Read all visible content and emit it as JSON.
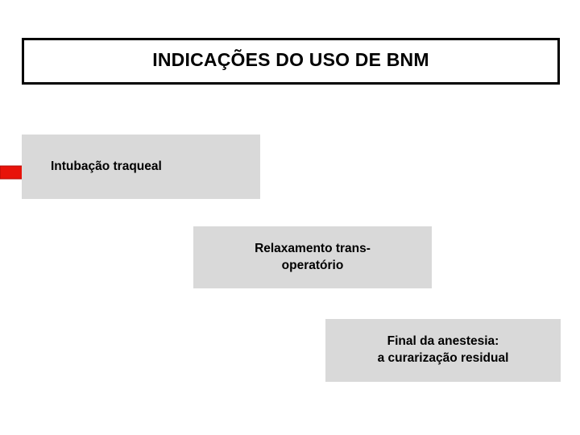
{
  "slide": {
    "title": "INDICAÇÕES DO USO DE BNM",
    "boxes": [
      {
        "id": "intubacao",
        "text": "Intubação traqueal"
      },
      {
        "id": "relaxamento",
        "text": "Relaxamento trans-\noperatório"
      },
      {
        "id": "final",
        "text": "Final da anestesia:\na curarização residual"
      }
    ],
    "arrow": {
      "name": "red-right-arrow",
      "color": "#e8130a"
    },
    "colors": {
      "box_fill": "#d9d9d9",
      "title_border": "#000000",
      "background": "#ffffff",
      "text": "#000000"
    }
  }
}
